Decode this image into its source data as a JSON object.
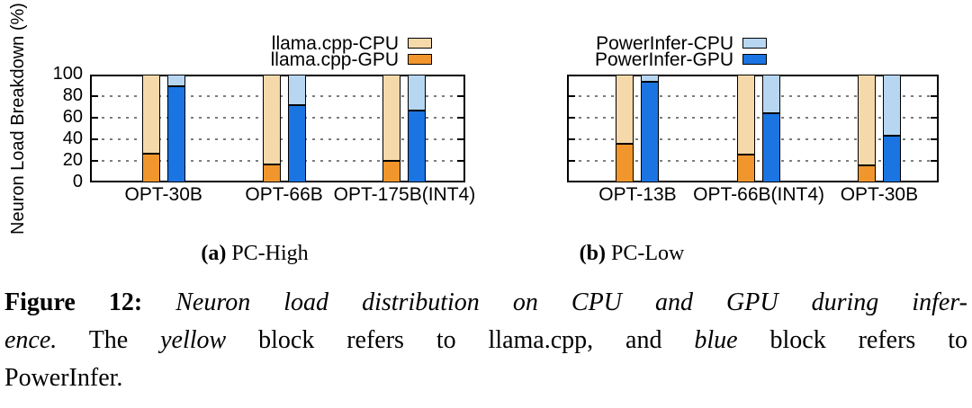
{
  "chart_shared": {
    "y_label": "Neuron Load Breakdown (%)",
    "ylim": [
      0,
      100
    ],
    "yticks": [
      0,
      20,
      40,
      60,
      80,
      100
    ],
    "grid": "horizontal dotted lines at 20/40/60/80"
  },
  "colors": {
    "llama.cpp-CPU": "#f5d9ab",
    "llama.cpp-GPU": "#f0962d",
    "PowerInfer-CPU": "#b7d6f2",
    "PowerInfer-GPU": "#1a75e3",
    "frame": "#000000",
    "gridline": "#7d7d7d"
  },
  "chart_data": [
    {
      "type": "bar",
      "subtype": "stacked-percent",
      "panel_id": "a",
      "panel_title": "PC-High",
      "categories": [
        "OPT-30B",
        "OPT-66B",
        "OPT-175B(INT4)"
      ],
      "series": [
        {
          "name": "llama.cpp-GPU",
          "stack": "llama.cpp",
          "values": [
            27,
            17,
            20
          ]
        },
        {
          "name": "llama.cpp-CPU",
          "stack": "llama.cpp",
          "values": [
            73,
            83,
            80
          ]
        },
        {
          "name": "PowerInfer-GPU",
          "stack": "PowerInfer",
          "values": [
            89,
            72,
            67
          ]
        },
        {
          "name": "PowerInfer-CPU",
          "stack": "PowerInfer",
          "values": [
            11,
            28,
            33
          ]
        }
      ],
      "legend": [
        "llama.cpp-CPU",
        "llama.cpp-GPU"
      ],
      "legend_position": "above plot, right-aligned",
      "ylim": [
        0,
        100
      ],
      "yticks": [
        0,
        20,
        40,
        60,
        80,
        100
      ],
      "show_ytick_labels": true
    },
    {
      "type": "bar",
      "subtype": "stacked-percent",
      "panel_id": "b",
      "panel_title": "PC-Low",
      "categories": [
        "OPT-13B",
        "OPT-66B(INT4)",
        "OPT-30B"
      ],
      "series": [
        {
          "name": "llama.cpp-GPU",
          "stack": "llama.cpp",
          "values": [
            36,
            26,
            16
          ]
        },
        {
          "name": "llama.cpp-CPU",
          "stack": "llama.cpp",
          "values": [
            64,
            74,
            84
          ]
        },
        {
          "name": "PowerInfer-GPU",
          "stack": "PowerInfer",
          "values": [
            93,
            64,
            43
          ]
        },
        {
          "name": "PowerInfer-CPU",
          "stack": "PowerInfer",
          "values": [
            7,
            36,
            57
          ]
        }
      ],
      "legend": [
        "PowerInfer-CPU",
        "PowerInfer-GPU"
      ],
      "legend_position": "above plot, right-aligned",
      "ylim": [
        0,
        100
      ],
      "yticks": [
        0,
        20,
        40,
        60,
        80,
        100
      ],
      "show_ytick_labels": false
    }
  ],
  "subcaptions": [
    {
      "bold": "(a)",
      "text": " PC-High"
    },
    {
      "bold": "(b)",
      "text": " PC-Low"
    }
  ],
  "figure_caption": {
    "lines": [
      {
        "segments": [
          {
            "text": "Figure 12:",
            "style": "bold"
          },
          {
            "text": " ",
            "style": "normal"
          },
          {
            "text": "Neuron load distribution on CPU and GPU during infer-",
            "style": "italic"
          }
        ]
      },
      {
        "segments": [
          {
            "text": "ence.",
            "style": "italic"
          },
          {
            "text": " The ",
            "style": "normal"
          },
          {
            "text": "yellow",
            "style": "italic"
          },
          {
            "text": " block refers to llama.cpp, and ",
            "style": "normal"
          },
          {
            "text": "blue",
            "style": "italic"
          },
          {
            "text": " block refers to",
            "style": "normal"
          }
        ]
      },
      {
        "segments": [
          {
            "text": "PowerInfer.",
            "style": "normal"
          }
        ]
      }
    ]
  }
}
